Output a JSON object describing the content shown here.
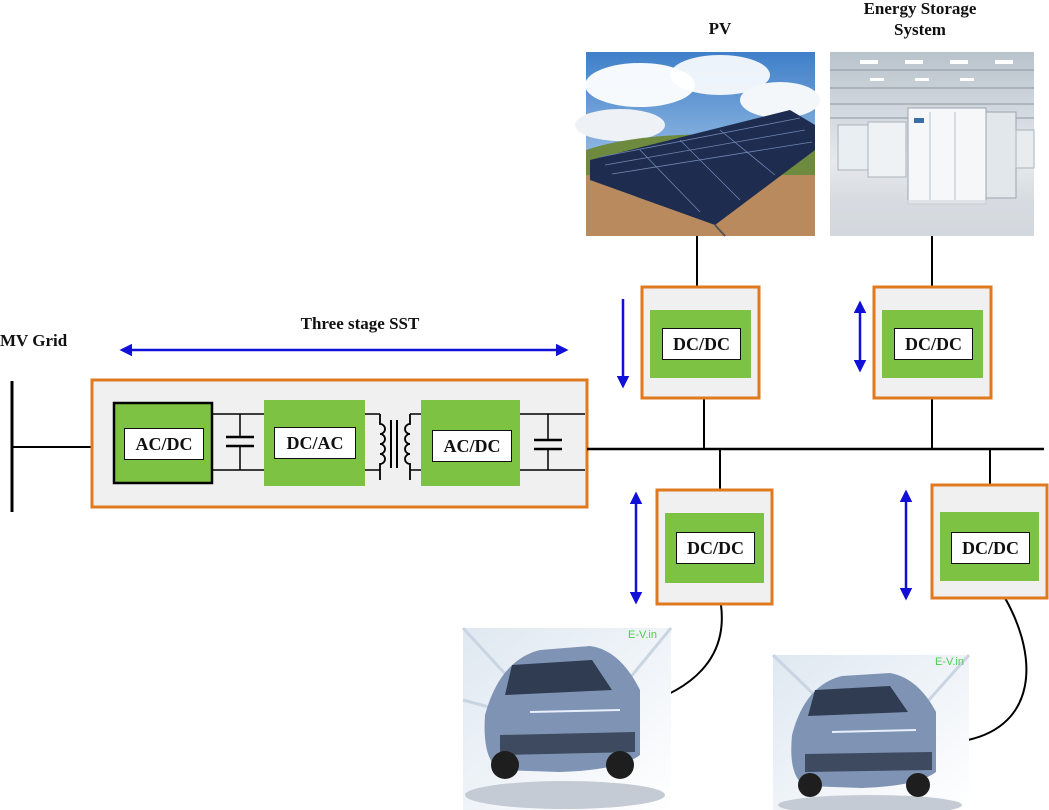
{
  "labels": {
    "mv_grid": "MV Grid",
    "sst_title": "Three stage SST",
    "pv": "PV",
    "ess": "Energy Storage System"
  },
  "sst_converters": [
    "AC/DC",
    "DC/AC",
    "AC/DC"
  ],
  "dcdc_converters": [
    "DC/DC",
    "DC/DC",
    "DC/DC",
    "DC/DC"
  ],
  "ev_watermark": "E-V.in",
  "colors": {
    "orange_border": "#E07A1F",
    "green_block": "#7DC242",
    "grey_fill": "#F0F0F0",
    "blue_arrow": "#1010D8",
    "line": "#000000"
  }
}
